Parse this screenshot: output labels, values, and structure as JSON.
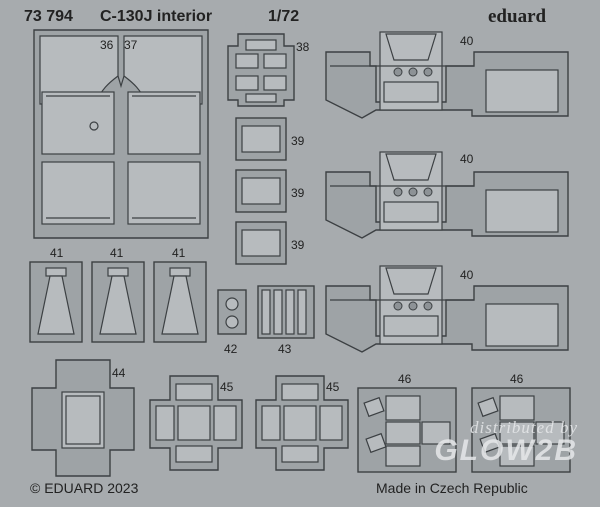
{
  "header": {
    "catalog_number": "73 794",
    "title": "C-130J interior",
    "scale": "1/72",
    "brand": "eduard"
  },
  "part_numbers": [
    "36",
    "37",
    "38",
    "39",
    "39",
    "39",
    "40",
    "40",
    "40",
    "41",
    "41",
    "41",
    "42",
    "43",
    "44",
    "45",
    "45",
    "46",
    "46"
  ],
  "footer": {
    "copyright": "© EDUARD 2023",
    "origin": "Made in Czech Republic"
  },
  "watermark": {
    "line1": "distributed by",
    "line2": "GLOW2B"
  },
  "colors": {
    "fret_background": "#a7abae",
    "part_fill": "#9ea3a6",
    "part_outline": "#3c4043"
  }
}
